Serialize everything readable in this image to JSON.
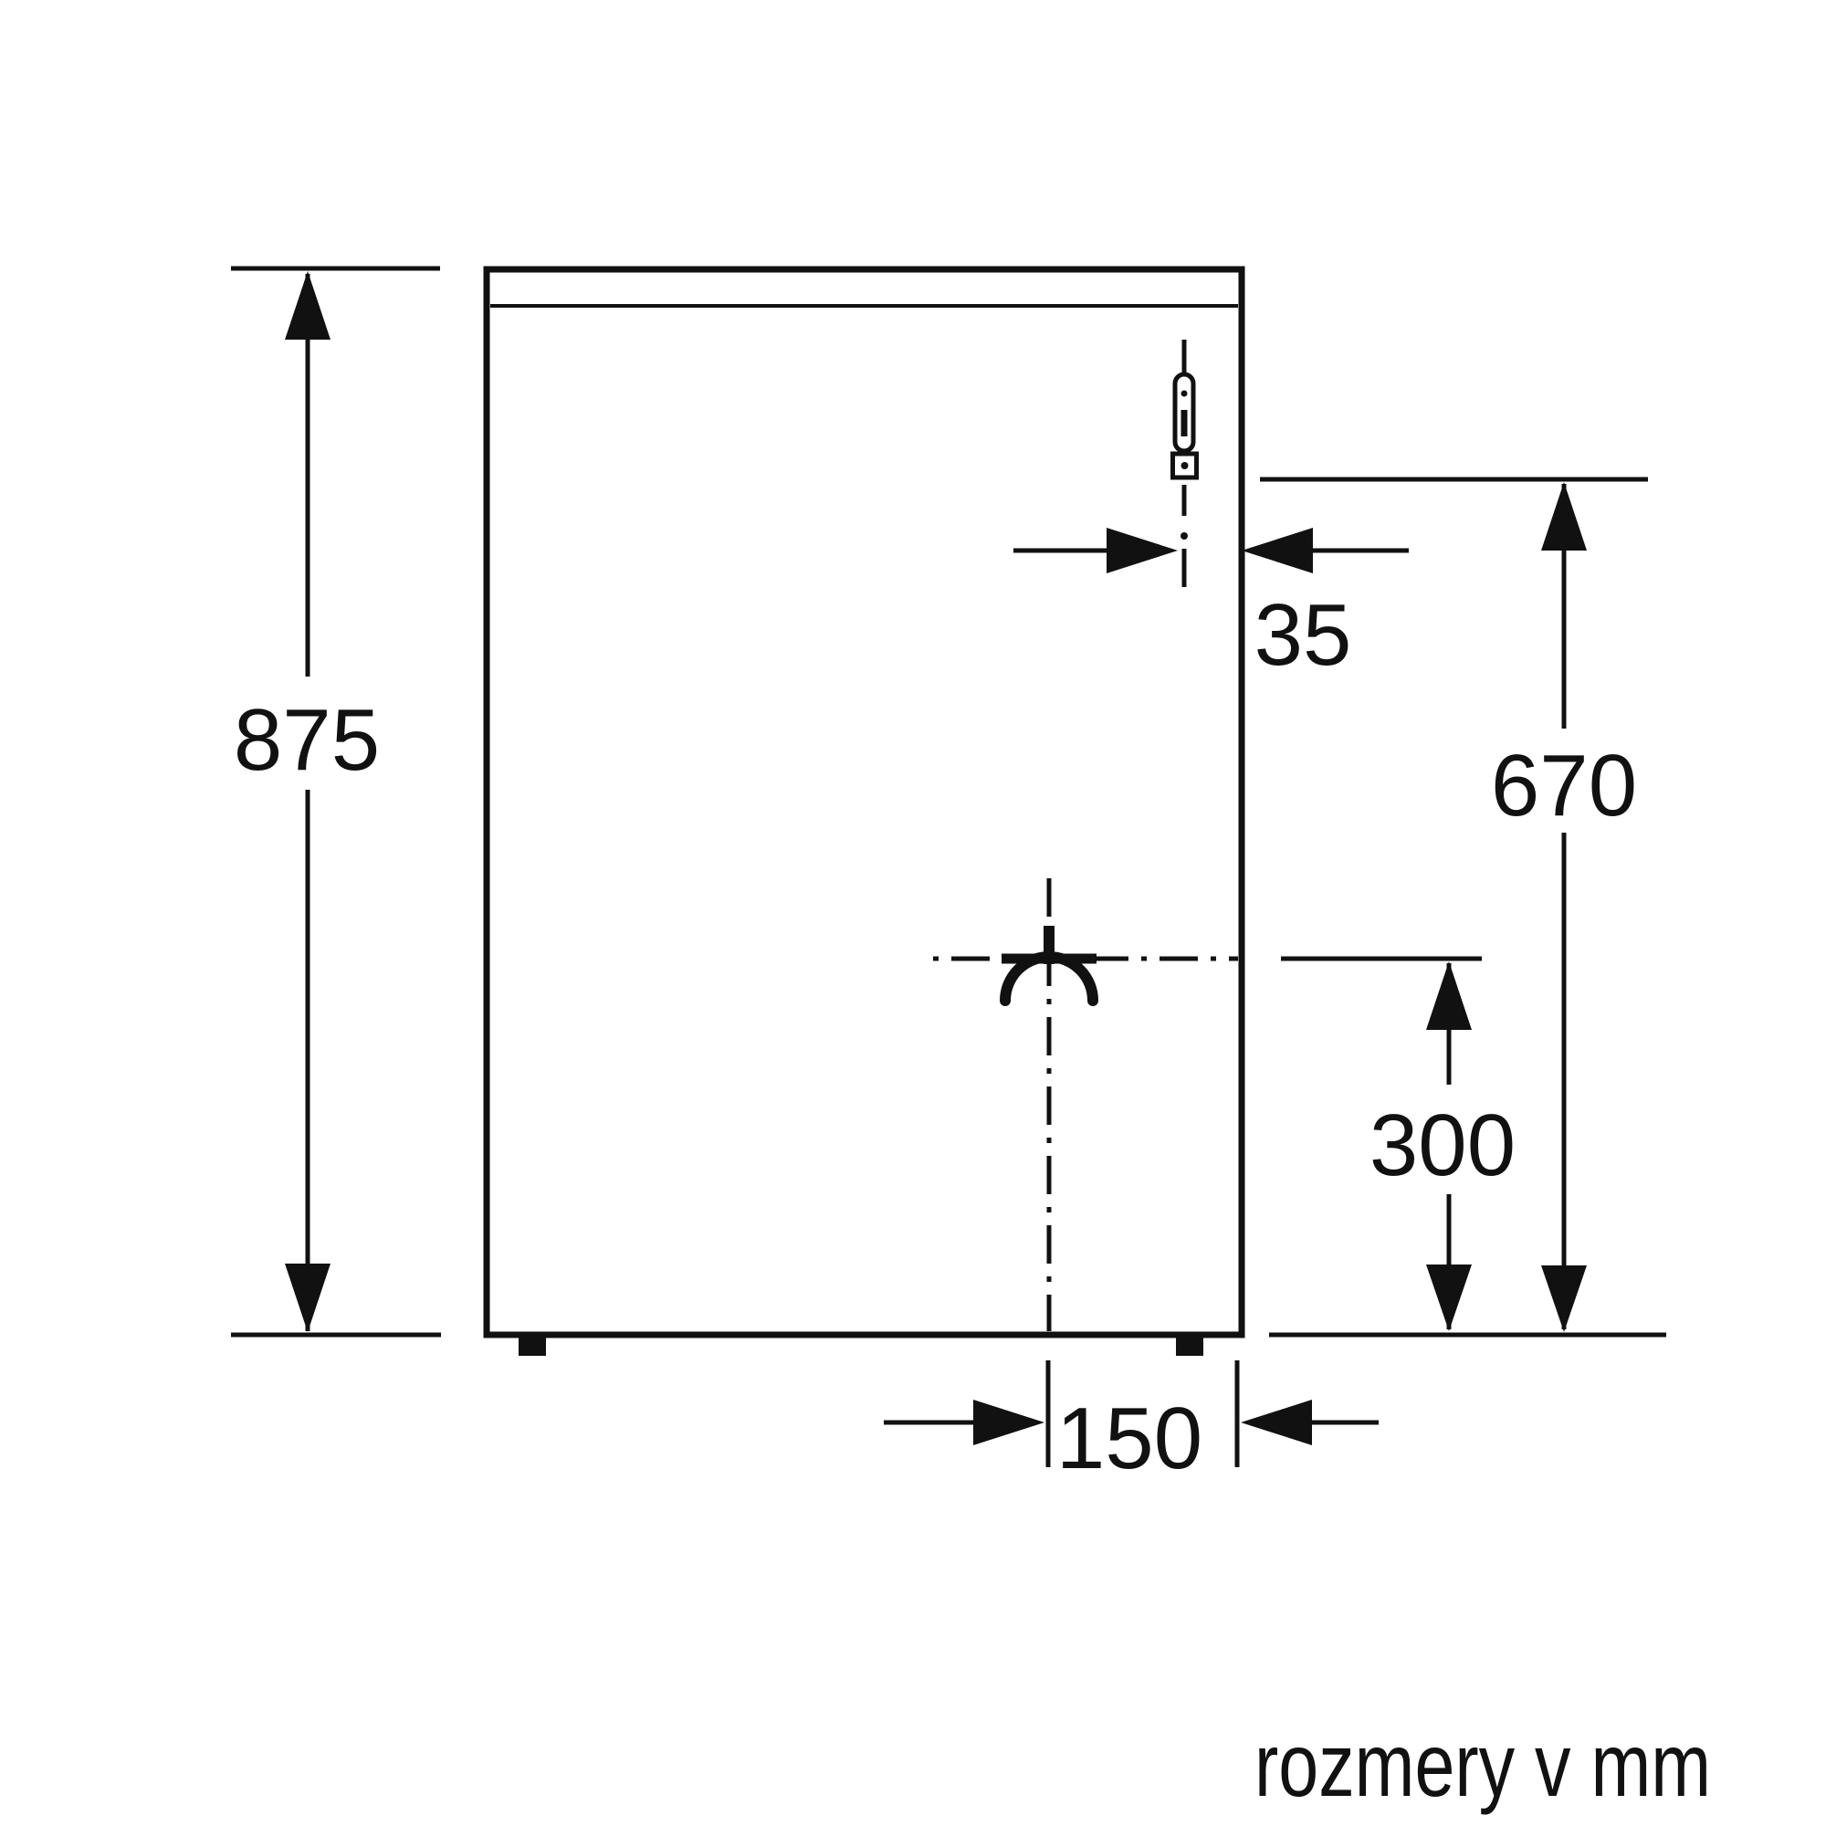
{
  "figure": {
    "caption": "rozmery v mm",
    "unit": "mm",
    "dimensions": {
      "appliance_height": "875",
      "gas_valve_side_offset": "35",
      "gas_valve_height": "670",
      "gas_inlet_height": "300",
      "gas_inlet_side_offset": "150"
    },
    "colors": {
      "ink": "#111111",
      "background": "#ffffff"
    }
  }
}
